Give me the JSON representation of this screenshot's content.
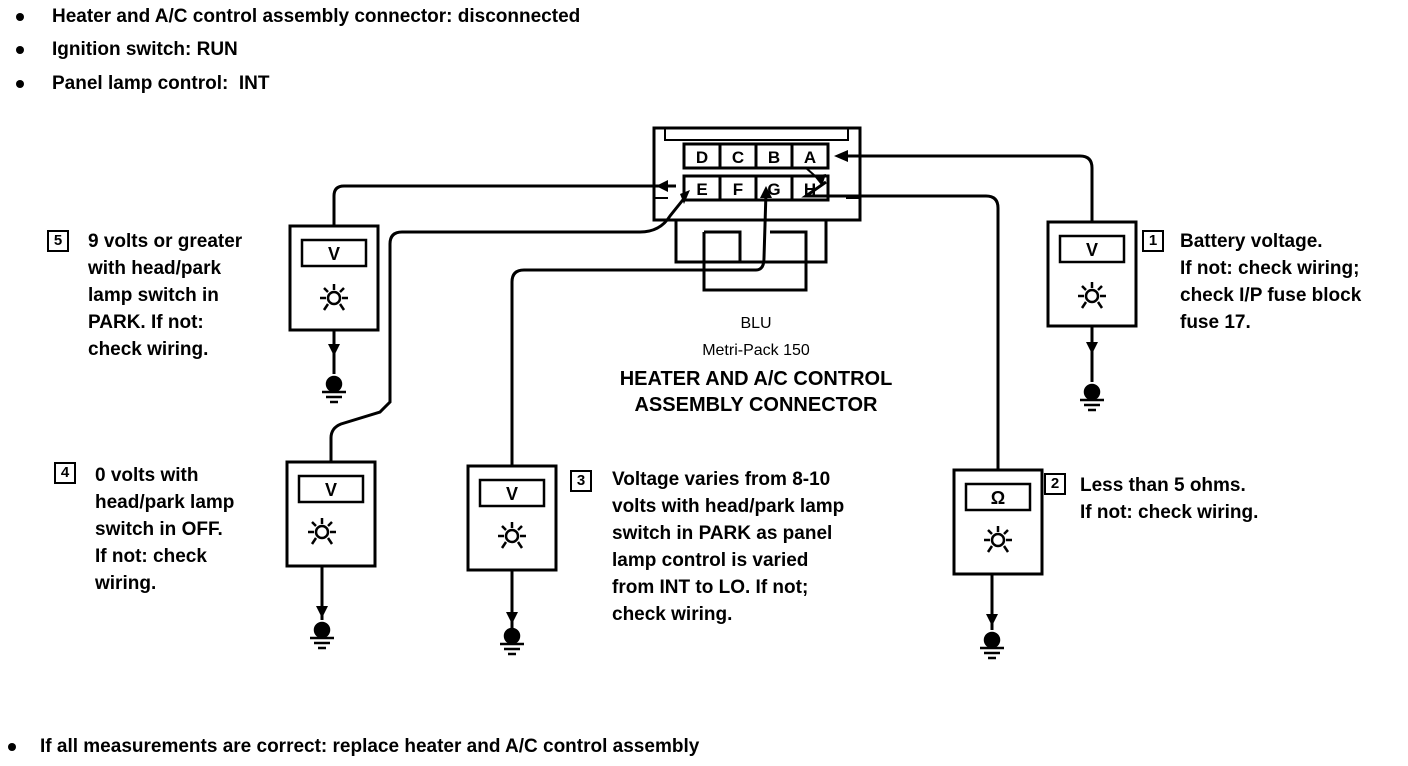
{
  "conditions": [
    "Heater and A/C control assembly connector: disconnected",
    "Ignition switch: RUN",
    "Panel lamp control:  INT"
  ],
  "connector": {
    "pins_top": [
      "D",
      "C",
      "B",
      "A"
    ],
    "pins_bottom": [
      "E",
      "F",
      "G",
      "H"
    ],
    "color": "BLU",
    "series": "Metri-Pack 150",
    "title_line1": "HEATER AND A/C CONTROL",
    "title_line2": "ASSEMBLY CONNECTOR"
  },
  "steps": [
    {
      "number": "1",
      "meter": "V",
      "text": "Battery voltage.\nIf not: check wiring;\ncheck I/P fuse block\nfuse 17."
    },
    {
      "number": "2",
      "meter": "Ω",
      "text": "Less than 5 ohms.\nIf not: check wiring."
    },
    {
      "number": "3",
      "meter": "V",
      "text": "Voltage varies from 8-10\nvolts with head/park lamp\nswitch in PARK as panel\nlamp control is varied\nfrom INT to LO. If not;\ncheck wiring."
    },
    {
      "number": "4",
      "meter": "V",
      "text": "0 volts with\nhead/park lamp\nswitch in OFF.\nIf not: check\nwiring."
    },
    {
      "number": "5",
      "meter": "V",
      "text": "9 volts or greater\nwith head/park\nlamp switch in\nPARK. If not:\ncheck wiring."
    }
  ],
  "footer": "If all measurements are correct: replace heater and A/C control assembly"
}
